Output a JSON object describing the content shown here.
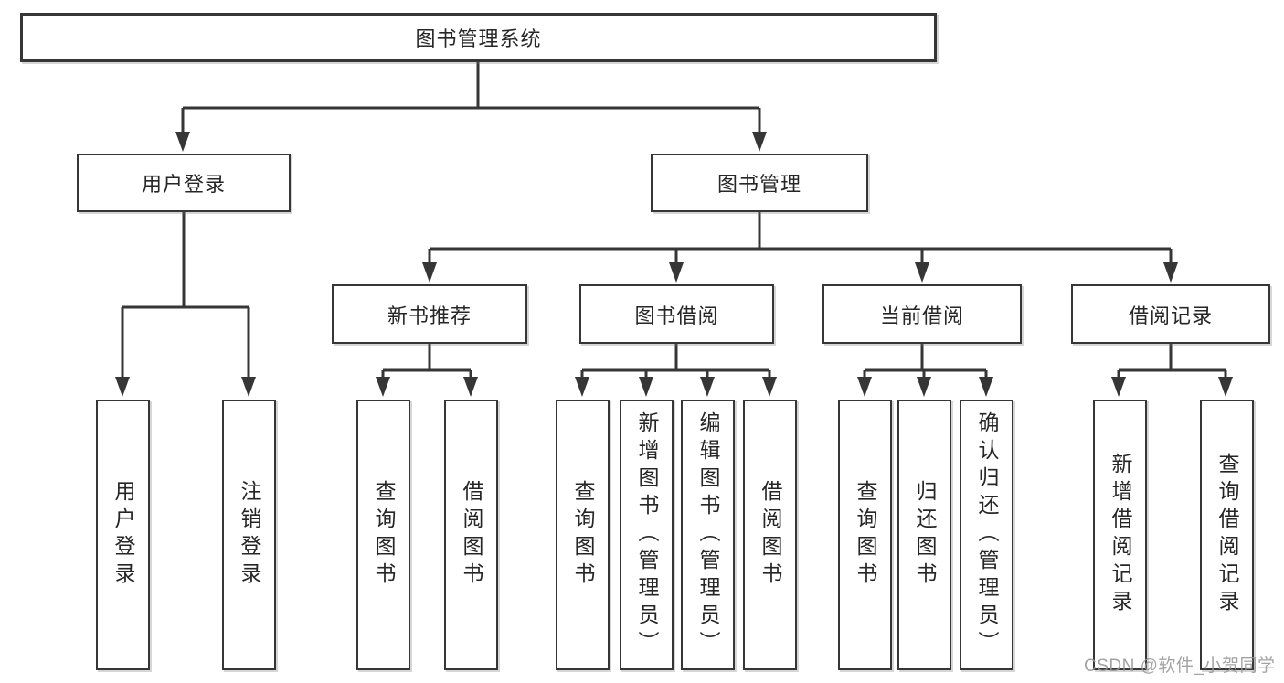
{
  "diagram": {
    "root": {
      "label": "图书管理系统"
    },
    "level2": [
      {
        "label": "用户登录"
      },
      {
        "label": "图书管理"
      }
    ],
    "level3": [
      {
        "label": "新书推荐"
      },
      {
        "label": "图书借阅"
      },
      {
        "label": "当前借阅"
      },
      {
        "label": "借阅记录"
      }
    ],
    "leaves": {
      "user_login": [
        {
          "label": "用户登录"
        },
        {
          "label": "注销登录"
        }
      ],
      "new_books": [
        {
          "label": "查询图书"
        },
        {
          "label": "借阅图书"
        }
      ],
      "book_borrow": [
        {
          "label": "查询图书"
        },
        {
          "label": "新增图书（管理员）"
        },
        {
          "label": "编辑图书（管理员）"
        },
        {
          "label": "借阅图书"
        }
      ],
      "current_borrow": [
        {
          "label": "查询图书"
        },
        {
          "label": "归还图书"
        },
        {
          "label": "确认归还（管理员）"
        }
      ],
      "borrow_records": [
        {
          "label": "新增借阅记录"
        },
        {
          "label": "查询借阅记录"
        }
      ]
    }
  },
  "watermark": {
    "text": "CSDN @软件_小贺同学"
  },
  "colors": {
    "background": "#ffffff",
    "line": "#363636",
    "box_border": "#363636",
    "box_fill": "#ffffff",
    "text": "#262626",
    "watermark": "#969696"
  }
}
